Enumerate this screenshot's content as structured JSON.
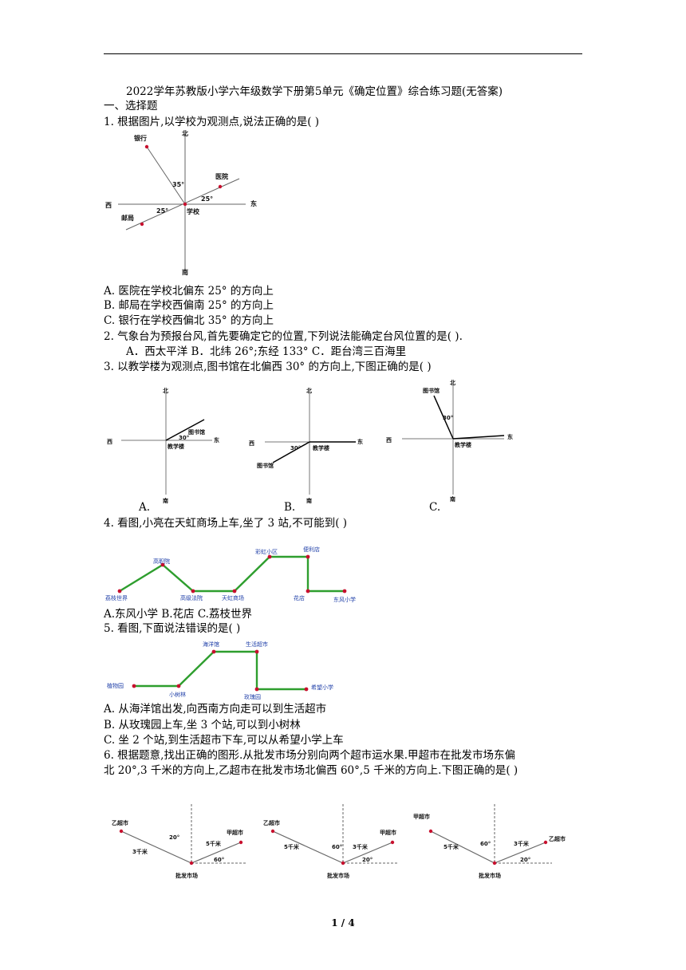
{
  "title": "2022学年苏教版小学六年级数学下册第5单元《确定位置》综合练习题(无答案)",
  "section1": "一、选择题",
  "q1": {
    "stem": "1.  根据图片,以学校为观测点,说法正确的是(     )",
    "options": [
      "A.    医院在学校北偏东 25° 的方向上",
      "B.    邮局在学校西偏南 25° 的方向上",
      "C.    银行在学校西偏北 35° 的方向上"
    ],
    "fig": {
      "north": "北",
      "south": "南",
      "east": "东",
      "west": "西",
      "bank": "银行",
      "hospital": "医院",
      "post": "邮局",
      "school": "学校",
      "a35": "35°",
      "a25a": "25°",
      "a25b": "25°"
    }
  },
  "q2": {
    "stem": "2.  气象台为预报台风,首先要确定它的位置,下列说法能确定台风位置的是(          ).",
    "options": "A．西太平洋  B．北纬 26°;东经 133°   C．距台湾三百海里"
  },
  "q3": {
    "stem": "3.  以教学楼为观测点,图书馆在北偏西 30° 的方向上,下图正确的是(     )",
    "figs": [
      {
        "letter": "A.",
        "north": "北",
        "south": "南",
        "east": "东",
        "west": "西",
        "lib": "图书馆",
        "bldg": "教学楼",
        "angle": "30°"
      },
      {
        "letter": "B.",
        "north": "北",
        "south": "南",
        "east": "东",
        "west": "西",
        "lib": "图书馆",
        "bldg": "教学楼",
        "angle": "30°"
      },
      {
        "letter": "C.",
        "north": "北",
        "south": "南",
        "east": "东",
        "west": "西",
        "lib": "图书馆",
        "bldg": "教学楼",
        "angle": "30°"
      }
    ]
  },
  "q4": {
    "stem": "4.  看图,小亮在天虹商场上车,坐了 3 站,不可能到(     )",
    "stops": [
      "荔枝世界",
      "高职院",
      "高级法院",
      "天虹商场",
      "彩虹小区",
      "便利店",
      "花店",
      "东风小学"
    ],
    "options": "A.东风小学   B.花店   C.荔枝世界"
  },
  "q5": {
    "stem": "5.  看图,下面说法错误的是(     )",
    "stops": [
      "植物园",
      "小树林",
      "海洋馆",
      "生活超市",
      "玫瑰园",
      "希望小学"
    ],
    "options": [
      "A.    从海洋馆出发,向西南方向走可以到生活超市",
      "B.    从玫瑰园上车,坐 3 个站,可以到小树林",
      "C.    坐 2 个站,到生活超市下车,可以从希望小学上车"
    ]
  },
  "q6": {
    "stem1": "6.  根据题意,找出正确的图形.从批发市场分别向两个超市运水果.甲超市在批发市场东偏",
    "stem2": "北 20°,3 千米的方向上,乙超市在批发市场北偏西 60°,5 千米的方向上.下图正确的是(     )",
    "figs": [
      {
        "left": "乙超市",
        "right": "甲超市",
        "base": "批发市场",
        "a_top": "20°",
        "a_bot": "60°",
        "d_left": "3千米",
        "d_right": "5千米"
      },
      {
        "left": "乙超市",
        "right": "甲超市",
        "base": "批发市场",
        "a_top": "60°",
        "a_bot": "20°",
        "d_left": "5千米",
        "d_right": "3千米"
      },
      {
        "left": "甲超市",
        "right": "乙超市",
        "base": "批发市场",
        "a_top": "60°",
        "a_bot": "20°",
        "d_left": "5千米",
        "d_right": "3千米"
      }
    ]
  },
  "page": "1 / 4"
}
